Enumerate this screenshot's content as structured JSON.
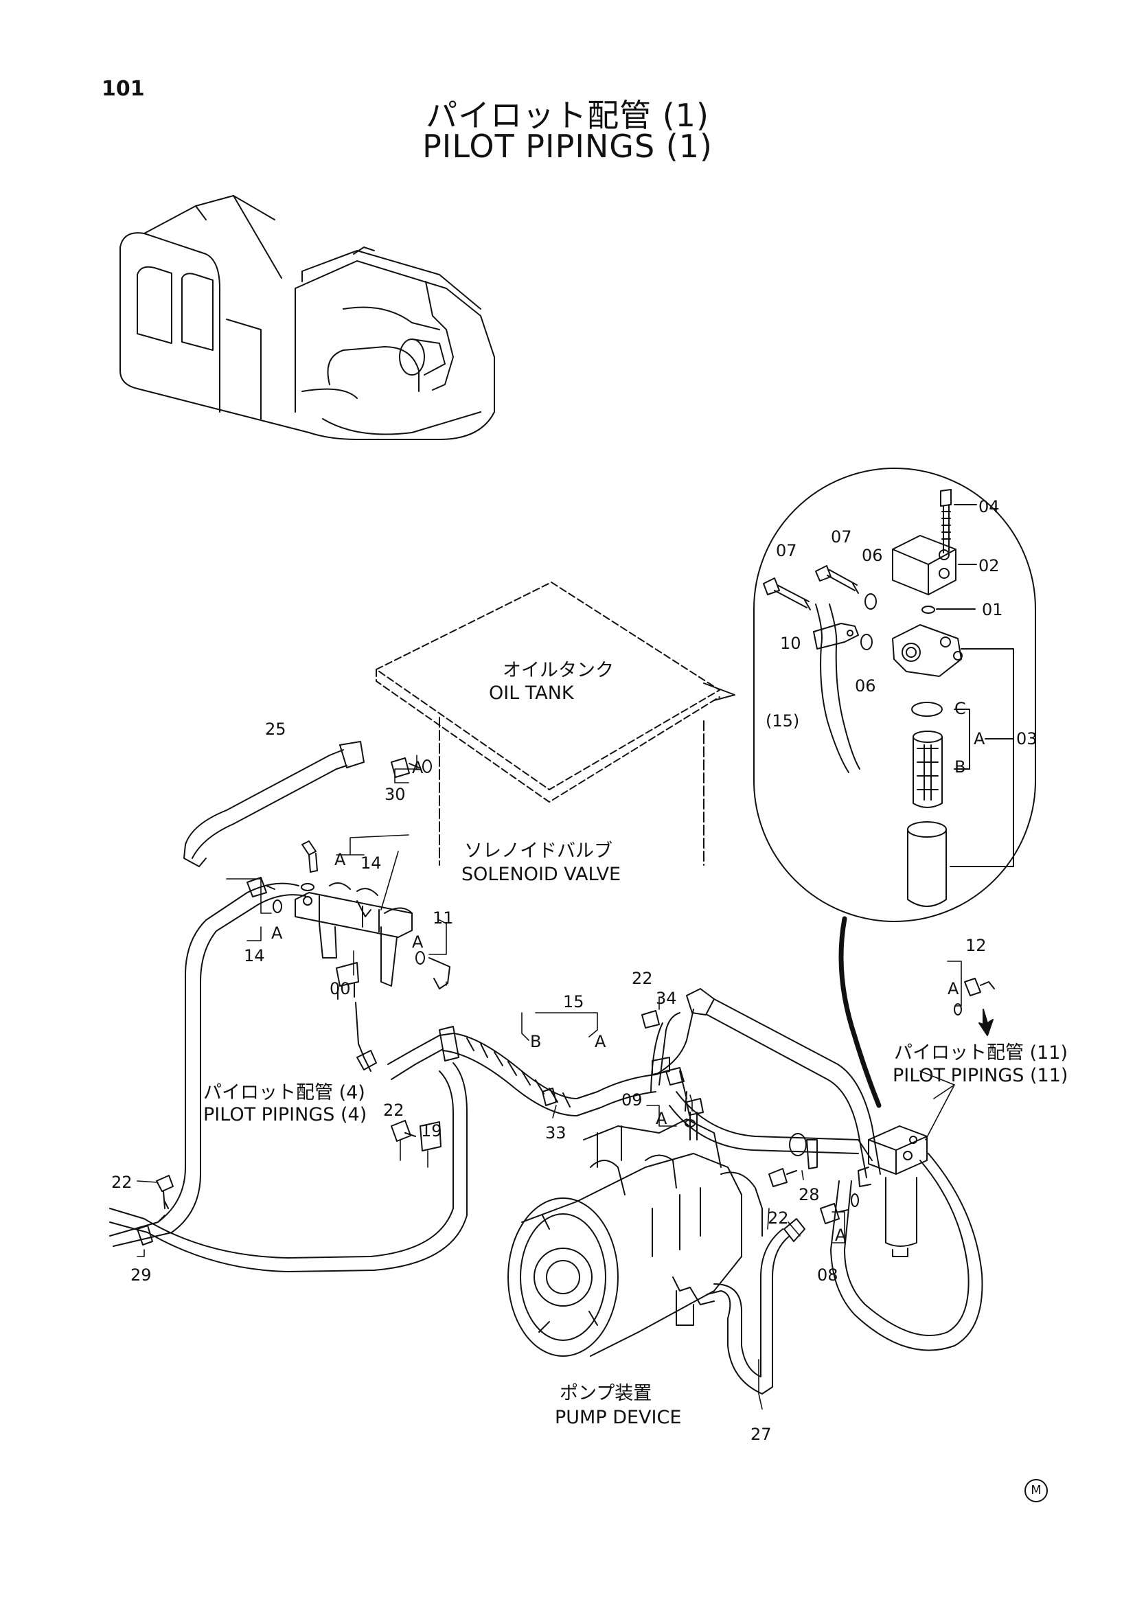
{
  "header": {
    "page_number": "101",
    "title_jp": "パイロット配管 (1)",
    "title_en": "PILOT PIPINGS (1)"
  },
  "callouts": {
    "oil_tank_jp": "オイルタンク",
    "oil_tank_en": "OIL TANK",
    "solenoid_jp": "ソレノイドバルブ",
    "solenoid_en": "SOLENOID VALVE",
    "pilot4_jp": "パイロット配管 (4)",
    "pilot4_en": "PILOT PIPINGS (4)",
    "pilot11_jp": "パイロット配管 (11)",
    "pilot11_en": "PILOT PIPINGS (11)",
    "pump_jp": "ポンプ装置",
    "pump_en": "PUMP DEVICE"
  },
  "parts": {
    "p00": "00",
    "p01": "01",
    "p02": "02",
    "p03": "03",
    "p04": "04",
    "p06a": "06",
    "p06b": "06",
    "p07a": "07",
    "p07b": "07",
    "p08": "08",
    "p09": "09",
    "p10": "10",
    "p11": "11",
    "p12": "12",
    "p14a": "14",
    "p14b": "14",
    "p15": "15",
    "p15p": "(15)",
    "p19": "19",
    "p22a": "22",
    "p22b": "22",
    "p22c": "22",
    "p22d": "22",
    "p25": "25",
    "p27": "27",
    "p28": "28",
    "p29": "29",
    "p30": "30",
    "p33": "33",
    "p34": "34"
  },
  "letters": {
    "a1": "A",
    "a2": "A",
    "a3": "A",
    "a4": "A",
    "a5": "A",
    "a6": "A",
    "a7": "A",
    "a8": "A",
    "a9": "A",
    "b1": "B",
    "b2": "B",
    "c1": "C"
  },
  "footer": {
    "mark": "M"
  }
}
